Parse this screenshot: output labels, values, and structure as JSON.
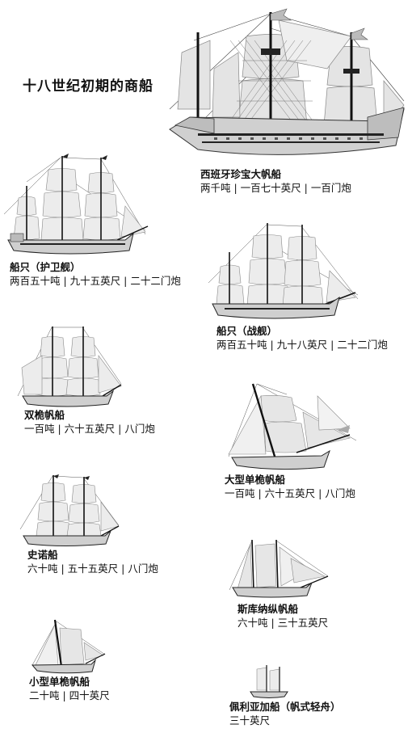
{
  "title": "十八世纪初期的商船",
  "ships": [
    {
      "id": "galleon",
      "name": "西班牙珍宝大帆船",
      "specs": "两千吨 | 一百七十英尺 | 一百门炮"
    },
    {
      "id": "frigate-escort",
      "name": "船只（护卫舰）",
      "specs": "两百五十吨 | 九十五英尺 | 二十二门炮"
    },
    {
      "id": "frigate-war",
      "name": "船只（战舰）",
      "specs": "两百五十吨 | 九十八英尺 | 二十二门炮"
    },
    {
      "id": "brigantine",
      "name": "双桅帆船",
      "specs": "一百吨 | 六十五英尺 | 八门炮"
    },
    {
      "id": "sloop-large",
      "name": "大型单桅帆船",
      "specs": "一百吨 | 六十五英尺 | 八门炮"
    },
    {
      "id": "snow",
      "name": "史诺船",
      "specs": "六十吨 | 五十五英尺 | 八门炮"
    },
    {
      "id": "schooner",
      "name": "斯库纳纵帆船",
      "specs": "六十吨 | 三十五英尺"
    },
    {
      "id": "sloop-small",
      "name": "小型单桅帆船",
      "specs": "二十吨 | 四十英尺"
    },
    {
      "id": "periagua",
      "name": "佩利亚加船（帆式轻舟）",
      "specs": "三十英尺"
    }
  ]
}
